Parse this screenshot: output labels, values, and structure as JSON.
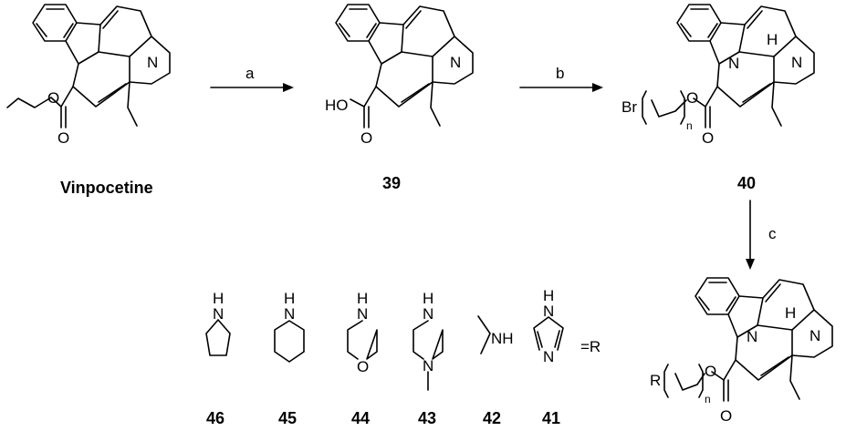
{
  "compounds": {
    "vinpocetine": "Vinpocetine",
    "c39": "39",
    "c40": "40",
    "c46": "46",
    "c45": "45",
    "c44": "44",
    "c43": "43",
    "c42": "42",
    "c41": "41"
  },
  "steps": {
    "a": "a",
    "b": "b",
    "c": "c"
  },
  "atoms": {
    "N": "N",
    "H": "H",
    "O": "O",
    "HO": "HO",
    "Br": "Br",
    "n": "n",
    "R": "R",
    "NH": "NH",
    "eqR": "=R"
  }
}
